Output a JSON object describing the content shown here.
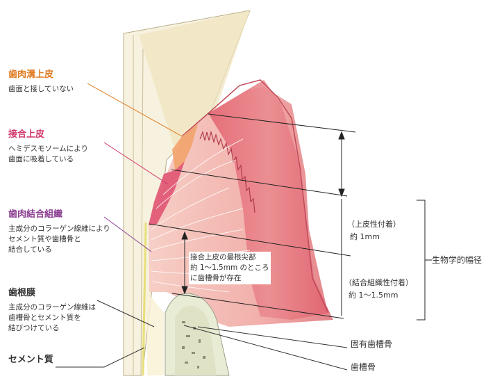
{
  "labels": {
    "gingival_sulcus_epithelium": {
      "title": "歯肉溝上皮",
      "desc": [
        "歯面と接していない"
      ],
      "color": "#e07a1f"
    },
    "junctional_epithelium": {
      "title": "接合上皮",
      "desc": [
        "ヘミデスモソームにより",
        "歯面に吸着している"
      ],
      "color": "#d0356a"
    },
    "gingival_connective_tissue": {
      "title": "歯肉結合組織",
      "desc": [
        "主成分のコラーゲン線維により",
        "セメント質や歯槽骨と",
        "結合している"
      ],
      "color": "#8a3d8f"
    },
    "periodontal_ligament": {
      "title": "歯根膜",
      "desc": [
        "主成分のコラーゲン線維は",
        "歯槽骨とセメント質を",
        "結びつけている"
      ],
      "color": "#333333"
    },
    "cementum": {
      "title": "セメント質",
      "desc": [],
      "color": "#333333"
    }
  },
  "right_labels": {
    "proper_alveolar_bone": "固有歯槽骨",
    "alveolar_bone": "歯槽骨",
    "biologic_width": "生物学的幅径"
  },
  "measurements": {
    "epithelial_attachment": {
      "name": "（上皮性付着）",
      "value": "約 1mm"
    },
    "connective_attachment": {
      "name": "（結合組織性付着）",
      "value": "約 1〜1.5mm"
    }
  },
  "note": [
    "接合上皮の最根尖部",
    "約 1〜1.5mm のところ",
    "に歯槽骨が存在"
  ],
  "colors": {
    "gingiva": "#e88a8c",
    "gingiva_light": "#f4c4c0",
    "gingiva_dark": "#d65566",
    "tooth": "#f7f2df",
    "bone": "#e9ecd5",
    "line": "#222222"
  }
}
